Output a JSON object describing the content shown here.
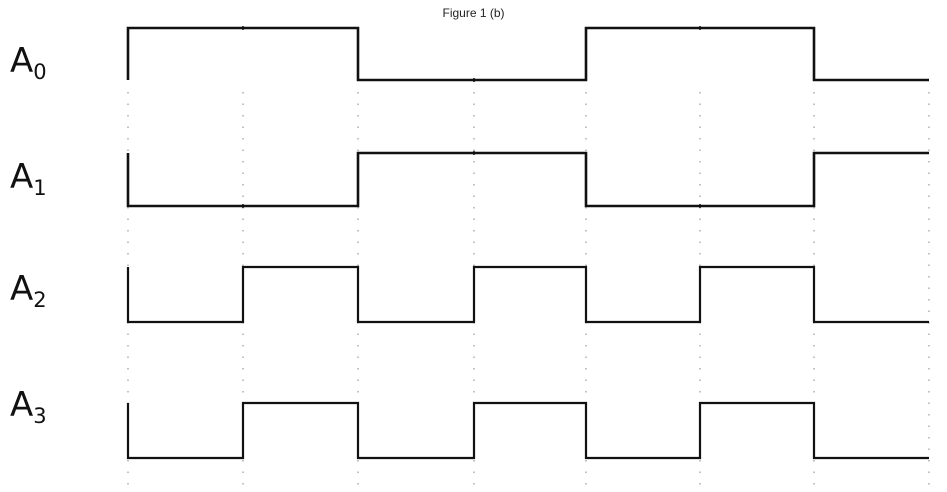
{
  "figure": {
    "title": "Figure 1 (b)"
  },
  "signals": [
    {
      "base": "A",
      "sub": "0",
      "levels": [
        1,
        1,
        0,
        0,
        1,
        1,
        0
      ]
    },
    {
      "base": "A",
      "sub": "1",
      "levels": [
        0,
        0,
        1,
        1,
        0,
        0,
        1
      ]
    },
    {
      "base": "A",
      "sub": "2",
      "levels": [
        0,
        1,
        0,
        1,
        0,
        1,
        0
      ]
    },
    {
      "base": "A",
      "sub": "3",
      "levels": [
        0,
        1,
        0,
        1,
        0,
        1,
        0
      ]
    }
  ],
  "colors": {
    "trace": "#111111",
    "grid": "#9a9a9a"
  }
}
